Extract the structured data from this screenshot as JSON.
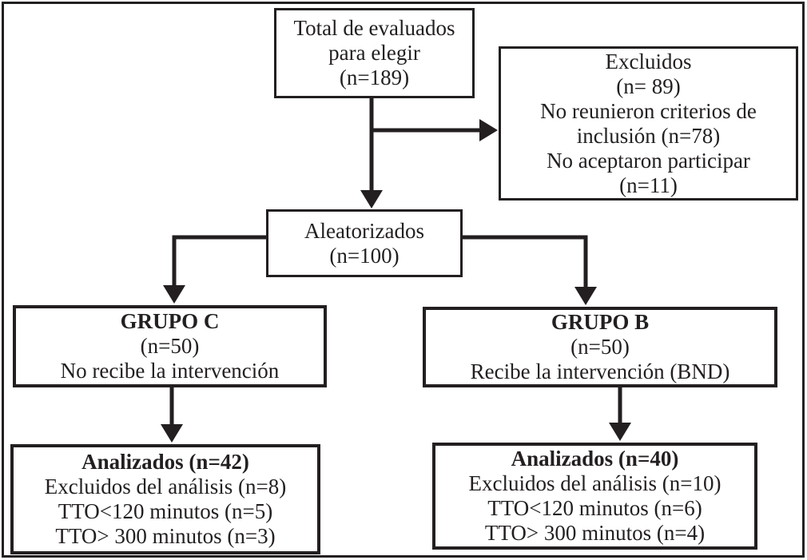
{
  "diagram": {
    "type": "flowchart",
    "language": "es",
    "colors": {
      "ink": "#231f20",
      "background": "#ffffff"
    },
    "boxes": {
      "total": {
        "lines": [
          "Total de evaluados",
          "para elegir",
          "(n=189)"
        ]
      },
      "excluded": {
        "lines": [
          "Excluidos",
          "(n= 89)",
          "No reunieron criterios de",
          "inclusión (n=78)",
          "No aceptaron participar",
          "(n=11)"
        ]
      },
      "randomized": {
        "lines": [
          "Aleatorizados",
          "(n=100)"
        ]
      },
      "group_c": {
        "lines": [
          "GRUPO C",
          "(n=50)",
          "No recibe la intervención"
        ]
      },
      "group_b": {
        "lines": [
          "GRUPO B",
          "(n=50)",
          "Recibe la intervención (BND)"
        ]
      },
      "analyzed_c": {
        "lines": [
          "Analizados (n=42)",
          "Excluidos del análisis (n=8)",
          "TTO<120 minutos (n=5)",
          "TTO> 300 minutos (n=3)"
        ]
      },
      "analyzed_b": {
        "lines": [
          "Analizados (n=40)",
          "Excluidos del análisis (n=10)",
          "TTO<120 minutos (n=6)",
          "TTO> 300 minutos (n=4)"
        ]
      }
    }
  }
}
